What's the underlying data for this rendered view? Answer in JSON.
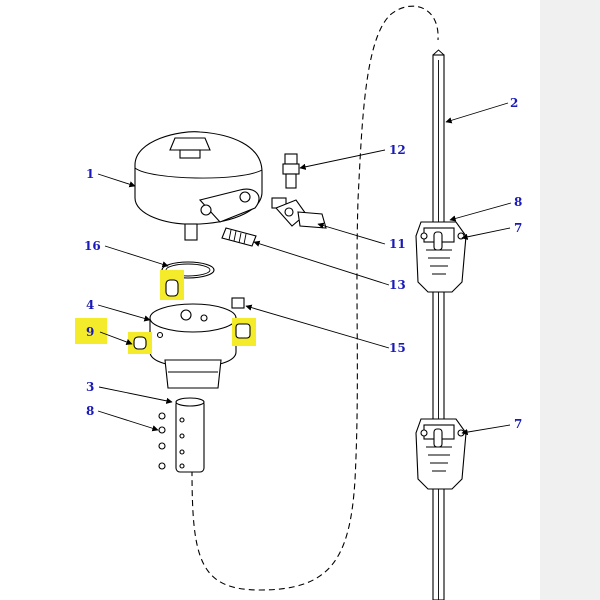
{
  "callouts": {
    "c1": "1",
    "c2": "2",
    "c3": "3",
    "c4": "4",
    "c7a": "7",
    "c7b": "7",
    "c8a": "8",
    "c8b": "8",
    "c9": "9",
    "c11": "11",
    "c12": "12",
    "c13": "13",
    "c15": "15",
    "c16": "16"
  },
  "colors": {
    "callout_text": "#1a1ab8",
    "highlight": "#f4ec2a",
    "line": "#000000"
  },
  "highlighted_items": [
    "9",
    "set-screw-top",
    "set-screw-right"
  ]
}
